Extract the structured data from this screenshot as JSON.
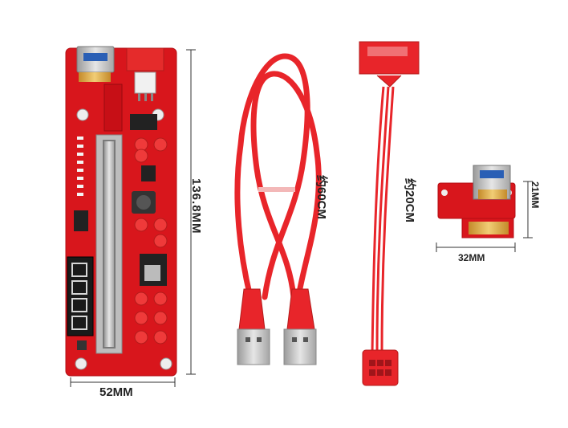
{
  "dimensions": {
    "board_height": "136.8MM",
    "board_width": "52MM",
    "usb_cable_length": "约60CM",
    "power_cable_length": "约20CM",
    "adapter_height": "21MM",
    "adapter_width": "32MM"
  },
  "colors": {
    "pcb_red": "#d8161c",
    "cable_red": "#e8252a",
    "gold": "#d9a441",
    "silver": "#c9c9c9",
    "dim_line": "#333333"
  }
}
